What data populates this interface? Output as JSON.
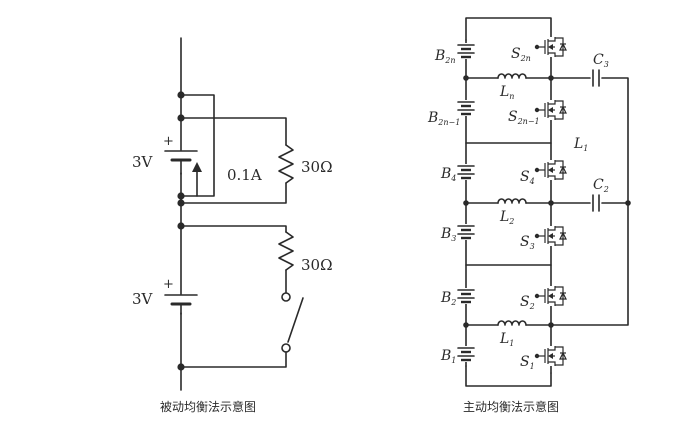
{
  "left": {
    "caption": "被动均衡法示意图",
    "battery_top": {
      "voltage": "3V",
      "plus": "+"
    },
    "battery_bottom": {
      "voltage": "3V",
      "plus": "+"
    },
    "current": "0.1A",
    "resistor_top": "30Ω",
    "resistor_bottom": "30Ω"
  },
  "right": {
    "caption": "主动均衡法示意图",
    "batteries": [
      {
        "base": "B",
        "sub": "2n"
      },
      {
        "base": "B",
        "sub": "2n−1"
      },
      {
        "base": "B",
        "sub": "4"
      },
      {
        "base": "B",
        "sub": "3"
      },
      {
        "base": "B",
        "sub": "2"
      },
      {
        "base": "B",
        "sub": "1"
      }
    ],
    "switches": [
      {
        "base": "S",
        "sub": "2n"
      },
      {
        "base": "S",
        "sub": "2n−1"
      },
      {
        "base": "S",
        "sub": "4"
      },
      {
        "base": "S",
        "sub": "3"
      },
      {
        "base": "S",
        "sub": "2"
      },
      {
        "base": "S",
        "sub": "1"
      }
    ],
    "inductors": [
      {
        "base": "L",
        "sub": "n"
      },
      {
        "base": "L",
        "sub": "2"
      },
      {
        "base": "L",
        "sub": "1"
      }
    ],
    "capacitors": [
      {
        "base": "C",
        "sub": "3"
      },
      {
        "base": "C",
        "sub": "2"
      }
    ],
    "bus_label": {
      "base": "L",
      "sub": "1"
    }
  }
}
